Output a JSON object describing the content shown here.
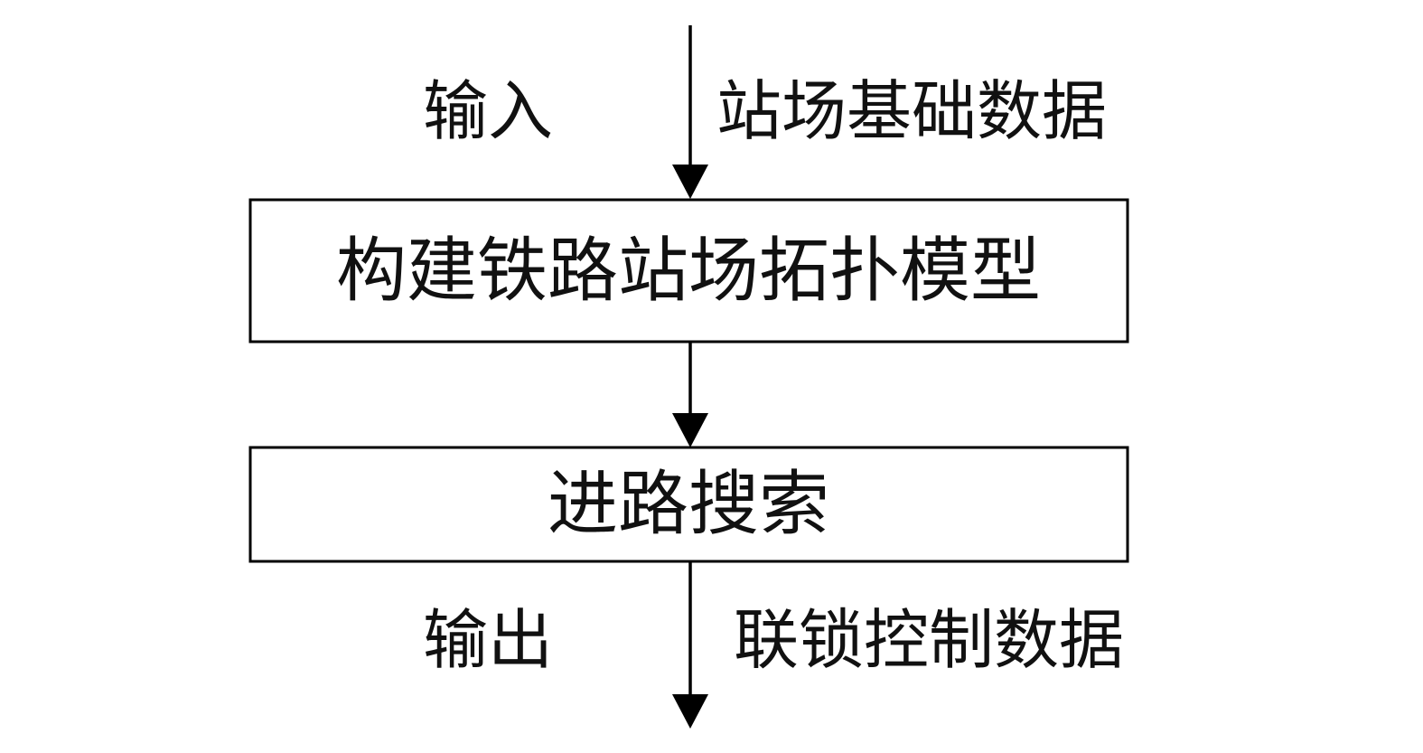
{
  "diagram": {
    "input_label": "输入",
    "input_data": "站场基础数据",
    "step1": "构建铁路站场拓扑模型",
    "step2": "进路搜索",
    "output_label": "输出",
    "output_data": "联锁控制数据"
  }
}
